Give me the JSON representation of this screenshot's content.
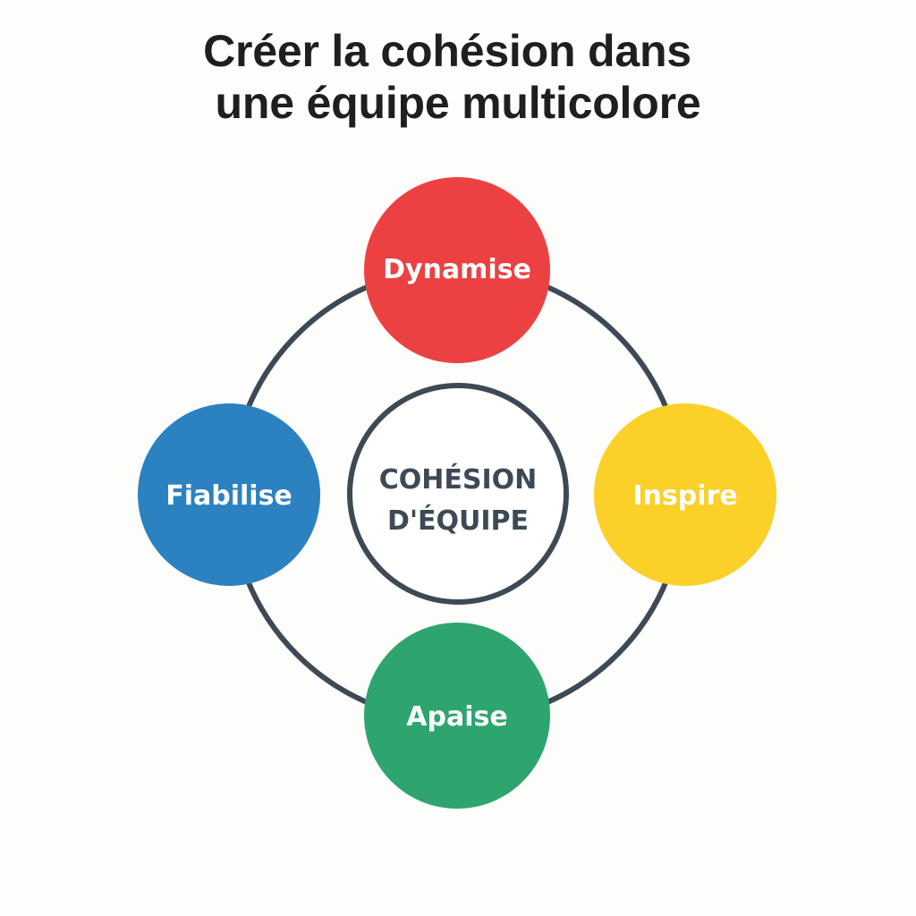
{
  "title": {
    "line1": "Créer la cohésion dans",
    "line2": "une équipe multicolore"
  },
  "center": {
    "line1": "COHÉSION",
    "line2": "D'ÉQUIPE",
    "stroke_color": "#3d4a55"
  },
  "ring": {
    "stroke_color": "#3d4a55"
  },
  "nodes": [
    {
      "label": "Dynamise",
      "position": "top",
      "color": "#ec4142"
    },
    {
      "label": "Inspire",
      "position": "right",
      "color": "#fbd028"
    },
    {
      "label": "Apaise",
      "position": "bottom",
      "color": "#2ea56f"
    },
    {
      "label": "Fiabilise",
      "position": "left",
      "color": "#2c82c0"
    }
  ]
}
